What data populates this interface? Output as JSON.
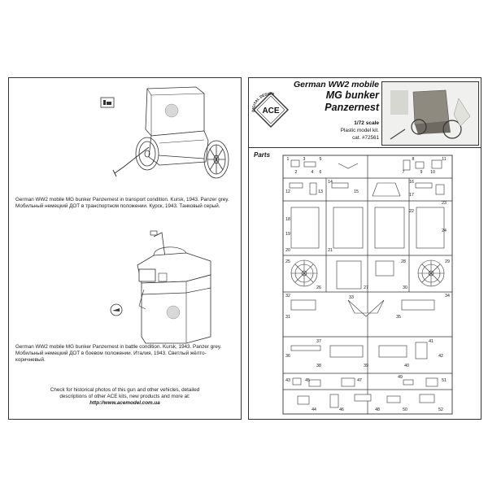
{
  "left_sheet": {
    "captions": {
      "transport": {
        "english": "German WW2 mobile MG bunker Panzernest in transport condition. Kursk, 1943. Panzer grey.",
        "russian": "Мобильный немецкий ДОТ в транспортном положении. Курск, 1943. Танковый серый."
      },
      "battle": {
        "english": "German WW2 mobile MG bunker Panzernest in battle condition. Kursk, 1943. Panzer grey.",
        "russian": "Мобильный немецкий ДОТ в боевом положении. Италия, 1943. Светлый жёлто-коричневый."
      }
    },
    "footer": {
      "line1": "Check for historical photos of this gun and  other vehicles, detailed",
      "line2": "descriptions of other ACE kits, new products and more at:",
      "url": "http://www.acemodel.com.ua"
    }
  },
  "right_sheet": {
    "title": {
      "line1": "German WW2 mobile",
      "line2": "MG bunker",
      "line3": "Panzernest"
    },
    "scale": "1/72 scale",
    "kit_type": "Plastic model kit.",
    "catalog": "cat. #72561",
    "logo": {
      "brand": "ACE",
      "arc_text": "DIGITAL DESIGN"
    },
    "parts_label": "Parts",
    "part_numbers": [
      "1",
      "2",
      "3",
      "4",
      "5",
      "6",
      "7",
      "8",
      "9",
      "10",
      "11",
      "12",
      "13",
      "14",
      "15",
      "16",
      "17",
      "18",
      "19",
      "20",
      "21",
      "22",
      "23",
      "24",
      "25",
      "26",
      "27",
      "28",
      "29",
      "30",
      "31",
      "32",
      "33",
      "34",
      "35",
      "36",
      "37",
      "38",
      "39",
      "40",
      "41",
      "42",
      "43",
      "44",
      "45",
      "46",
      "47",
      "48",
      "49",
      "50",
      "51",
      "52"
    ]
  },
  "colors": {
    "line_art": "#333333",
    "paper": "#ffffff",
    "circle_fill": "#d8d8d8"
  }
}
